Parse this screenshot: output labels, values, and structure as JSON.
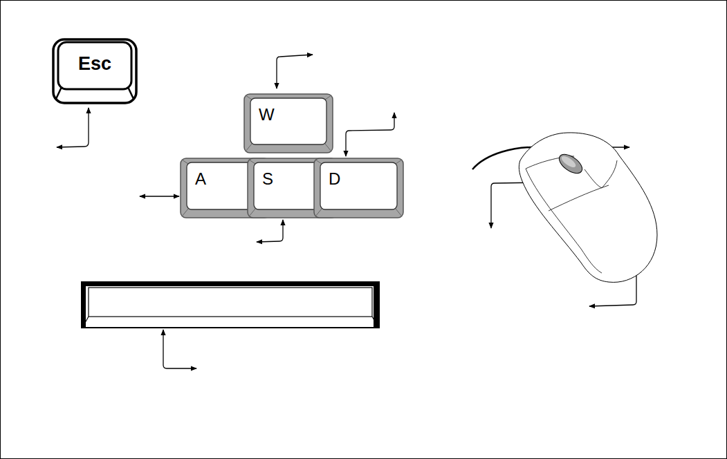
{
  "diagram": {
    "nodes": [
      {
        "text": [
          "Esc"
        ]
      },
      {
        "text": [
          "W"
        ]
      },
      {
        "text": [
          "A"
        ]
      },
      {
        "text": [
          "S"
        ]
      },
      {
        "text": [
          "D"
        ]
      }
    ]
  }
}
